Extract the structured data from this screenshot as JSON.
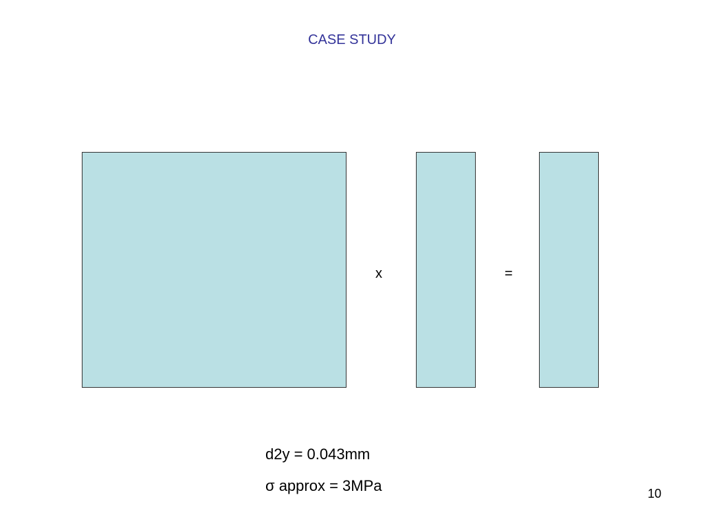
{
  "slide": {
    "title": "CASE STUDY",
    "page_number": "10"
  },
  "equation": {
    "operator_times": "x",
    "operator_equals": "="
  },
  "results": [
    "d2y = 0.043mm",
    "σ approx = 3MPa"
  ],
  "colors": {
    "title": "#333399",
    "box_fill": "#bae0e4",
    "box_border": "#333333"
  }
}
